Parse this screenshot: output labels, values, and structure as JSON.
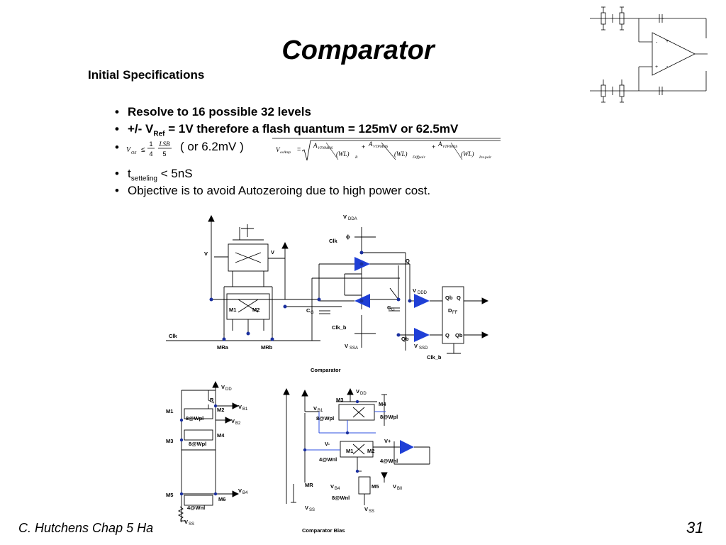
{
  "slide": {
    "title": "Comparator",
    "subtitle": "Initial Specifications",
    "footer": "C. Hutchens Chap 5 Ha",
    "page_number": "31"
  },
  "bullets": [
    {
      "text": "Resolve to 16 possible 32 levels"
    },
    {
      "pre": "+/- V",
      "sub": "Ref",
      "post": " = 1V therefore a flash quantum = 125mV or 62.5mV"
    },
    {
      "note": "( or 6.2mV )"
    },
    {
      "pre": "t",
      "sub": "setteling",
      "post": " < 5nS"
    },
    {
      "text": "Objective is to avoid Autozeroing due to high power cost."
    }
  ],
  "formula_left": {
    "lhs": "V",
    "lhs_sub": "OS",
    "rel": "≤",
    "f1_num": "1",
    "f1_den": "4",
    "f2_num": "LSB",
    "f2_den": "5"
  },
  "formula_right": {
    "lhs": "V",
    "lhs_sub": "osAmp",
    "eq": "=",
    "terms": [
      {
        "num": "A",
        "num_sub": "VTNMOS",
        "den": "(WL)",
        "den_sub": "R"
      },
      {
        "num": "A",
        "num_sub": "VTPMOS",
        "den": "(WL)",
        "den_sub": "Diffpair"
      },
      {
        "num": "A",
        "num_sub": "VTPMOS",
        "den": "(WL)",
        "den_sub": "Inv.pair"
      }
    ],
    "plus": "+"
  },
  "comparator_diagram": {
    "caption": "Comparator",
    "labels": {
      "vminus": "V",
      "vplus": "V",
      "m1": "M1",
      "m2": "M2",
      "mra": "MRa",
      "mrb": "MRb",
      "clk_left": "Clk",
      "vdda": "V",
      "vdda_sub": "DDA",
      "phi": "ϕ",
      "clk_mid": "Clk",
      "q": "Q",
      "vddd": "V",
      "vddd_sub": "DDD",
      "cg_left": "C",
      "cg_right": "C",
      "cg_sub": "G",
      "clkb": "Clk_b",
      "vssa": "V",
      "vssa_sub": "SSA",
      "qb_buf": "Qb",
      "vssd": "V",
      "vssd_sub": "SSD",
      "ff_q_in": "Q",
      "ff_qb_in": "Qb",
      "ff_qb_out": "Qb",
      "ff_q_out": "Q",
      "dff": "D",
      "dff_sub": "FF",
      "clkb_bottom": "Clk_b"
    }
  },
  "bias_diagram": {
    "caption": "Comparator Bias",
    "labels": {
      "vdd": "V",
      "vdd_sub": "DD",
      "r": "R",
      "m1": "M1",
      "m2": "M2",
      "vb1": "V",
      "vb1_sub": "B1",
      "w8a": "8@Wpl",
      "vb2": "V",
      "vb2_sub": "B2",
      "m3": "M3",
      "m4": "M4",
      "w8b": "8@Wpl",
      "m5": "M5",
      "m6": "M6",
      "vb4": "V",
      "vb4_sub": "B4",
      "w4": "4@Wnl",
      "vss": "V",
      "vss_sub": "SS",
      "r_vdd": "V",
      "r_vdd_sub": "DD",
      "r_m3": "M3",
      "r_m4": "M4",
      "r_vb1": "V",
      "r_vb1_sub": "B1",
      "r_w8a": "8@Wpl",
      "r_w8b": "8@Wpl",
      "r_vminus": "V-",
      "r_vplus": "V+",
      "r_m1": "M1",
      "r_m2": "M2",
      "r_w4a": "4@Wnl",
      "r_w4b": "4@Wnl",
      "r_mr": "MR",
      "r_vb4": "V",
      "r_vb4_sub": "B4",
      "r_m5": "M5",
      "r_w8c": "8@Wnl",
      "r_vss1": "V",
      "r_vss2": "V",
      "r_vss_sub": "SS",
      "r_vb0": "V",
      "r_vb0_sub": "B0"
    }
  },
  "colors": {
    "wire": "#000000",
    "node": "#1a2f9e",
    "buffer": "#1f3fd6",
    "blue_wire": "#2e4fe0"
  }
}
